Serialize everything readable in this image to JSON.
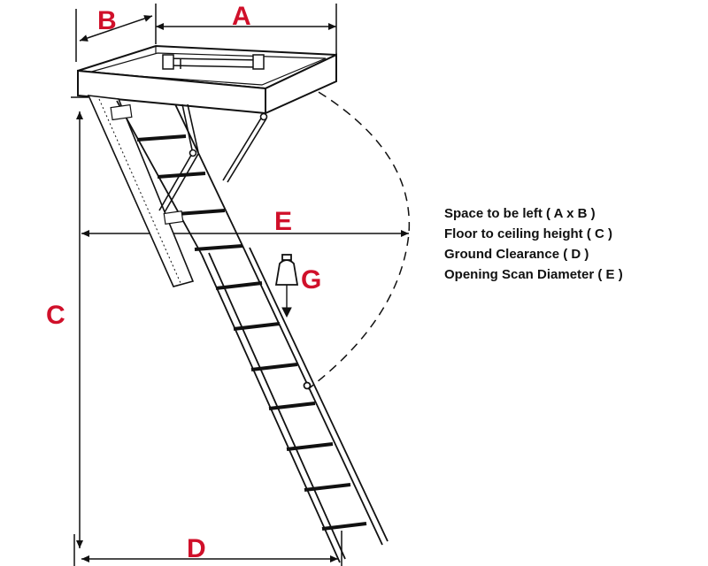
{
  "colors": {
    "dimension_letter": "#d0102a",
    "line": "#111111",
    "background": "#ffffff"
  },
  "labels": {
    "a": "A",
    "b": "B",
    "c": "C",
    "d": "D",
    "e": "E",
    "g": "G"
  },
  "legend": [
    "Space to be left ( A x B )",
    "Floor to ceiling height ( C )",
    "Ground Clearance ( D )",
    "Opening Scan Diameter ( E )"
  ],
  "icons": {
    "load": "weight-icon"
  }
}
